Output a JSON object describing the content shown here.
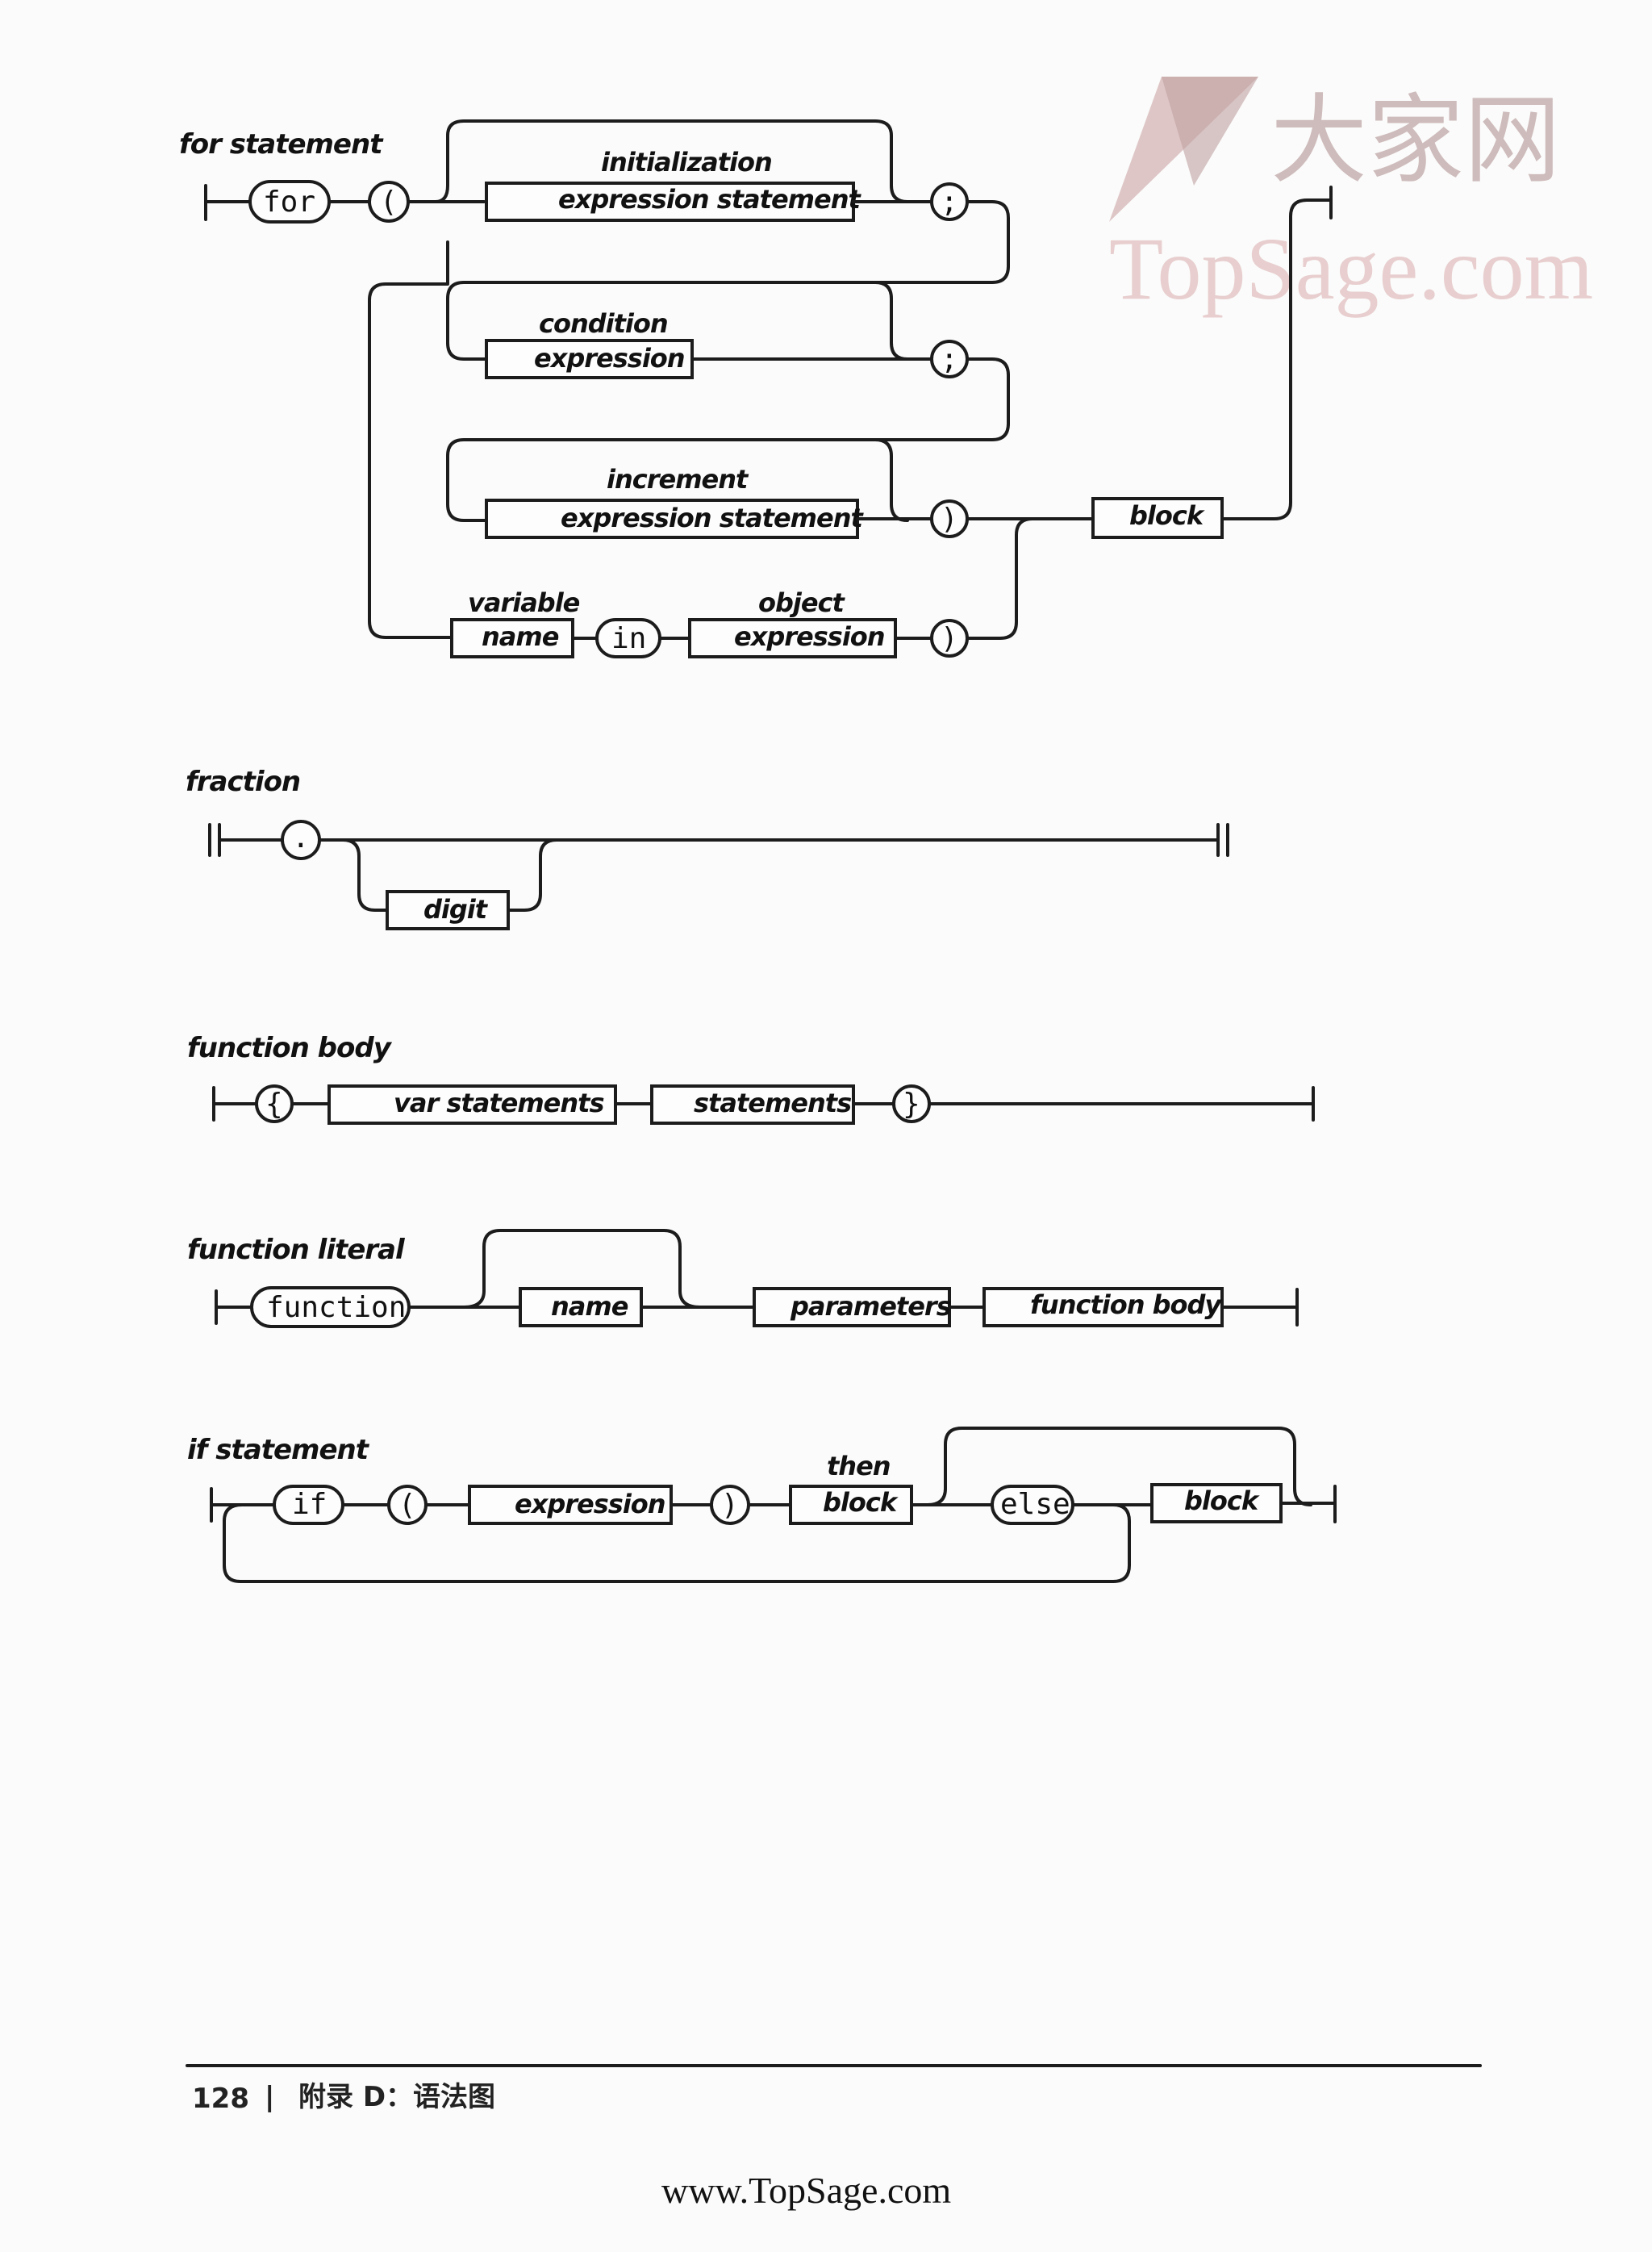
{
  "watermark": {
    "chinese": "大家网",
    "brand": "TopSage.com",
    "logo_color": "#c9a8a8"
  },
  "diagrams": [
    {
      "title": "for statement",
      "tokens": [
        "for",
        "(",
        ";",
        ";",
        ")",
        "in",
        ")"
      ],
      "boxes": [
        {
          "label": "initialization",
          "text": "expression statement"
        },
        {
          "label": "condition",
          "text": "expression"
        },
        {
          "label": "increment",
          "text": "expression statement"
        },
        {
          "label": "variable",
          "text": "name"
        },
        {
          "label": "object",
          "text": "expression"
        },
        {
          "label": "",
          "text": "block"
        }
      ]
    },
    {
      "title": "fraction",
      "tokens": [
        "."
      ],
      "boxes": [
        {
          "text": "digit"
        }
      ]
    },
    {
      "title": "function body",
      "tokens": [
        "{",
        "}"
      ],
      "boxes": [
        {
          "text": "var statements"
        },
        {
          "text": "statements"
        }
      ]
    },
    {
      "title": "function literal",
      "tokens": [
        "function"
      ],
      "boxes": [
        {
          "text": "name"
        },
        {
          "text": "parameters"
        },
        {
          "text": "function body"
        }
      ]
    },
    {
      "title": "if statement",
      "tokens": [
        "if",
        "(",
        ")",
        "else"
      ],
      "boxes": [
        {
          "text": "expression"
        },
        {
          "label": "then",
          "text": "block"
        },
        {
          "text": "block"
        }
      ]
    }
  ],
  "footer": {
    "page_number": "128",
    "separator": "|",
    "section": "附录 D：语法图",
    "url": "www.TopSage.com"
  }
}
